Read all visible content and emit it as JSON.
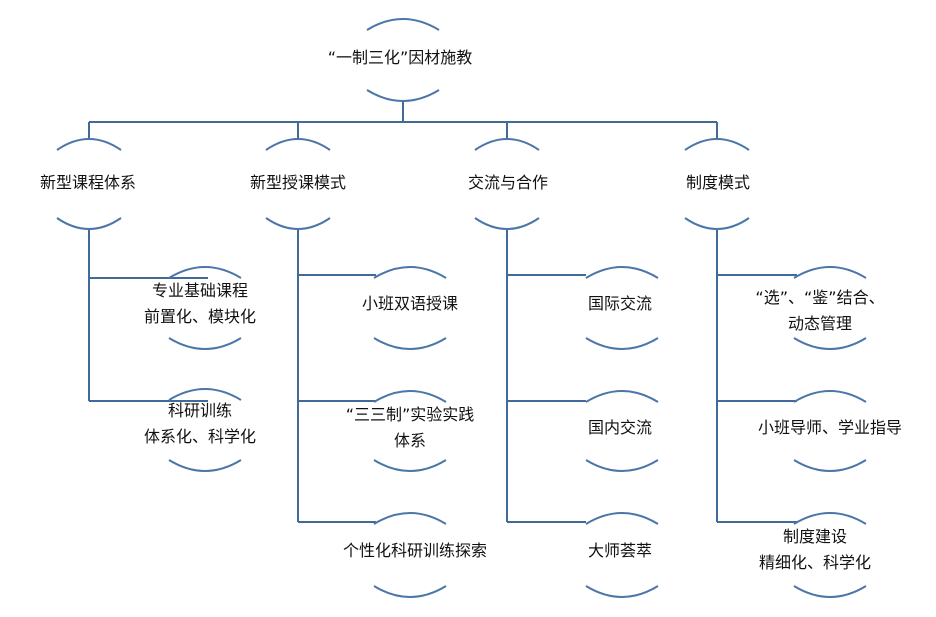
{
  "diagram": {
    "colors": {
      "line": "#3f6a9a",
      "arc": "#4a76a8",
      "text": "#111111"
    },
    "root": {
      "label": "“一制三化”因材施教"
    },
    "branches": [
      {
        "label": "新型课程体系",
        "children": [
          {
            "line1": "专业基础课程",
            "line2": "前置化、模块化"
          },
          {
            "line1": "科研训练",
            "line2": "体系化、科学化"
          }
        ]
      },
      {
        "label": "新型授课模式",
        "children": [
          {
            "line1": "小班双语授课",
            "line2": ""
          },
          {
            "line1": "“三三制”实验实践",
            "line2": "体系"
          },
          {
            "line1": "个性化科研训练探索",
            "line2": ""
          }
        ]
      },
      {
        "label": "交流与合作",
        "children": [
          {
            "line1": "国际交流",
            "line2": ""
          },
          {
            "line1": "国内交流",
            "line2": ""
          },
          {
            "line1": "大师荟萃",
            "line2": ""
          }
        ]
      },
      {
        "label": "制度模式",
        "children": [
          {
            "line1": "“选”、“鉴”结合、",
            "line2": "动态管理"
          },
          {
            "line1": "小班导师、学业指导",
            "line2": ""
          },
          {
            "line1": "制度建设",
            "line2": "精细化、科学化"
          }
        ]
      }
    ]
  }
}
